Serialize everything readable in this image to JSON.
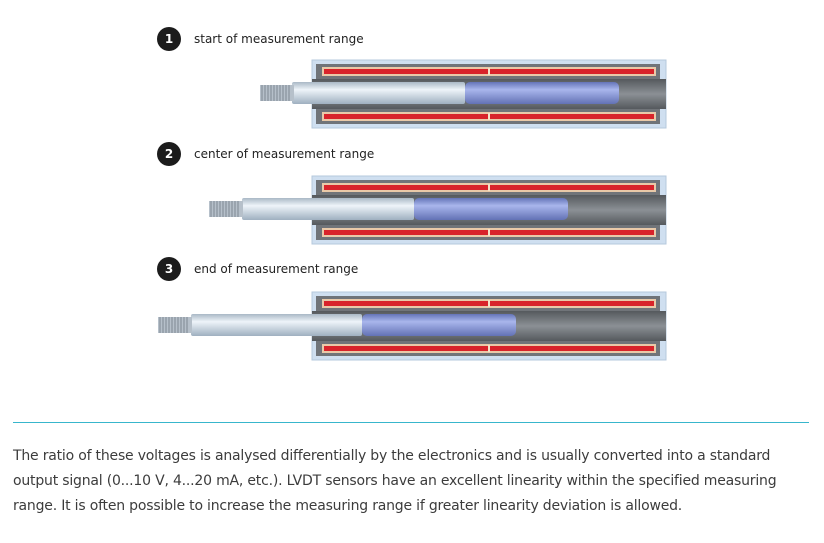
{
  "diagram": {
    "stages": [
      {
        "number": "1",
        "label": "start of measurement range",
        "core_position": "start"
      },
      {
        "number": "2",
        "label": "center of measurement range",
        "core_position": "center"
      },
      {
        "number": "3",
        "label": "end of measurement range",
        "core_position": "end"
      }
    ]
  },
  "body": {
    "paragraph": "The ratio of these voltages is analysed differentially by the electronics and is usually converted into a standard output signal (0...10 V, 4...20 mA, etc.). LVDT sensors have an excellent linearity within the specified measuring range. It is often possible to increase the measuring range if greater linearity deviation is allowed."
  },
  "colors": {
    "accent_divider": "#38b6cc",
    "coil_red": "#d8232a",
    "coil_tan": "#e9c9a8",
    "core_blue": "#8797d8",
    "rod_silver": "#d6e2ec",
    "housing_gray": "#767b80",
    "shell_light_blue": "#cfdff0"
  }
}
